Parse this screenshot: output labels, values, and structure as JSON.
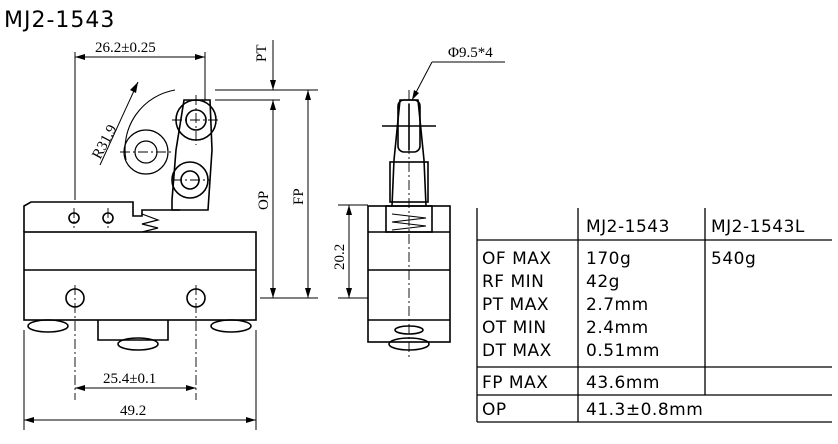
{
  "title": "MJ2-1543",
  "dimensions": {
    "top_width": "26.2±0.25",
    "radius": "R31.9",
    "pt": "PT",
    "op": "OP",
    "fp": "FP",
    "roller_dia": "Φ9.5*4",
    "side_height": "20.2",
    "hole_spacing": "25.4±0.1",
    "body_width": "49.2"
  },
  "spec_table": {
    "headers": [
      "",
      "MJ2-1543",
      "MJ2-1543L"
    ],
    "rows": [
      {
        "label": "OF MAX",
        "v1": "170g",
        "v2": "540g"
      },
      {
        "label": "RF MIN",
        "v1": "42g",
        "v2": ""
      },
      {
        "label": "PT MAX",
        "v1": "2.7mm",
        "v2": ""
      },
      {
        "label": "OT MIN",
        "v1": "2.4mm",
        "v2": ""
      },
      {
        "label": "DT MAX",
        "v1": "0.51mm",
        "v2": ""
      },
      {
        "label": "FP MAX",
        "v1": "43.6mm",
        "v2": ""
      },
      {
        "label": "OP",
        "v1": "41.3±0.8mm",
        "v2": ""
      }
    ]
  }
}
